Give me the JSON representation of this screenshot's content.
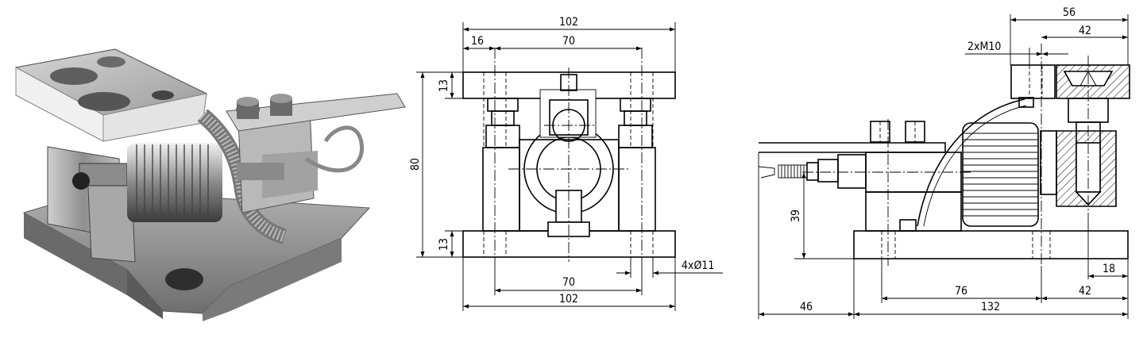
{
  "front_view": {
    "top_width": "102",
    "edge_offset": "16",
    "top_hole_spacing": "70",
    "total_height": "80",
    "top_plate_thickness": "13",
    "bottom_plate_thickness": "13",
    "bottom_hole_spacing": "70",
    "bottom_width": "102",
    "hole_callout": "4xØ11"
  },
  "side_view": {
    "top_right_span": "56",
    "top_right_inner": "42",
    "thread_callout": "2xM10",
    "cable_height": "39",
    "right_offset": "18",
    "mid_span": "76",
    "right_span": "42",
    "left_overhang": "46",
    "base_length": "132"
  }
}
